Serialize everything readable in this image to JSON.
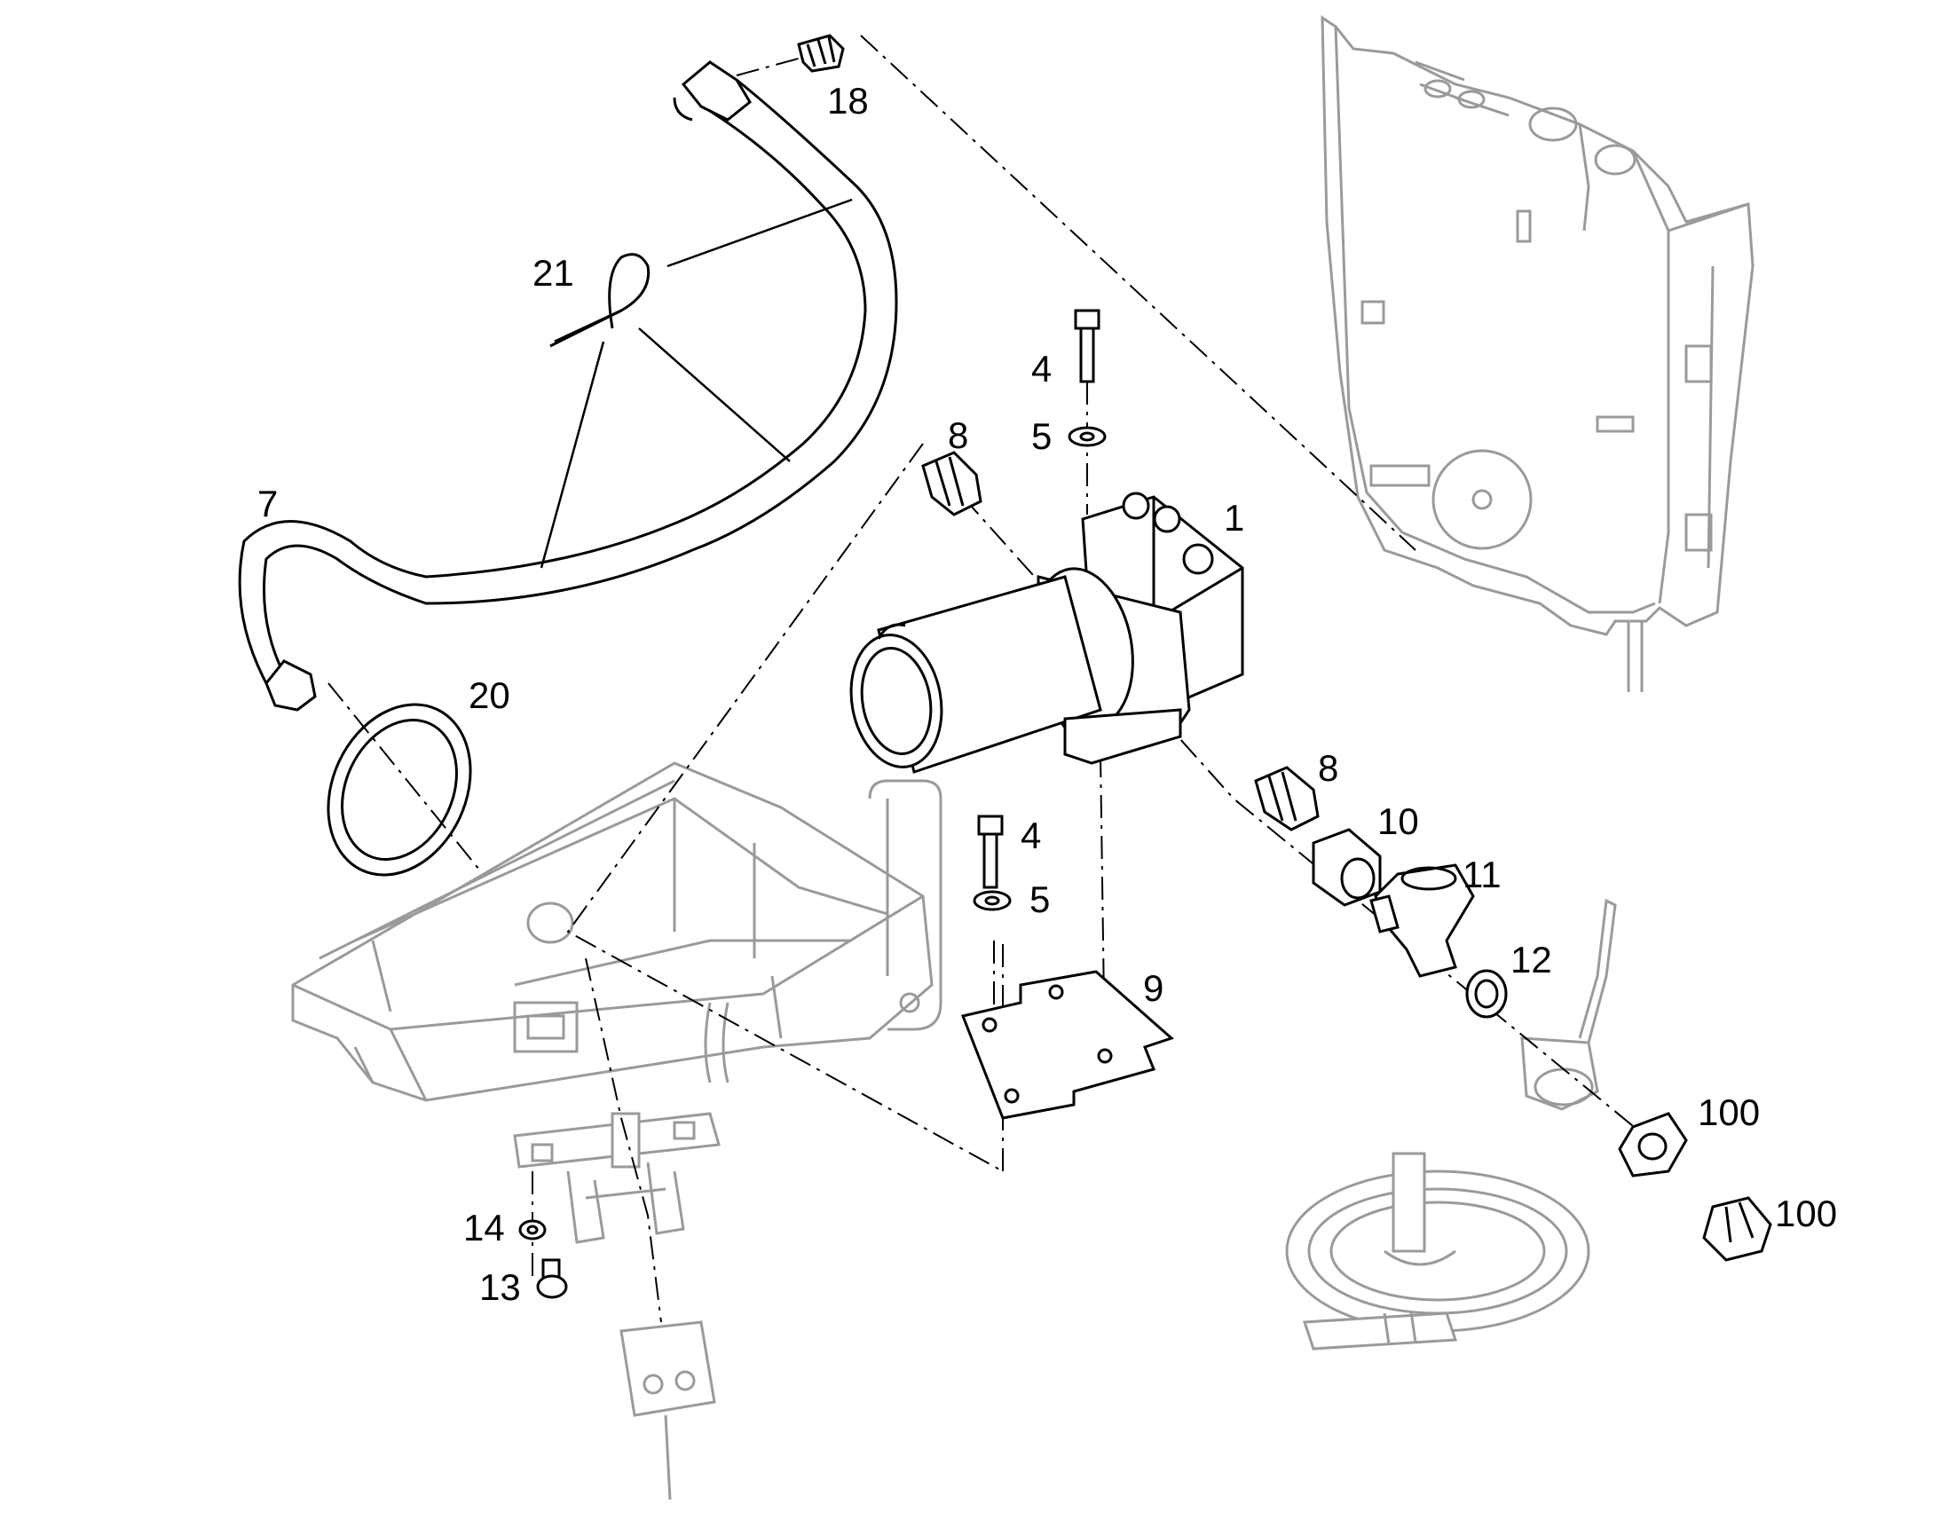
{
  "callouts": [
    {
      "id": "c1",
      "text": "1"
    },
    {
      "id": "c4a",
      "text": "4"
    },
    {
      "id": "c5a",
      "text": "5"
    },
    {
      "id": "c8a",
      "text": "8"
    },
    {
      "id": "c7",
      "text": "7"
    },
    {
      "id": "c21",
      "text": "21"
    },
    {
      "id": "c18",
      "text": "18"
    },
    {
      "id": "c20",
      "text": "20"
    },
    {
      "id": "c8b",
      "text": "8"
    },
    {
      "id": "c10",
      "text": "10"
    },
    {
      "id": "c11",
      "text": "11"
    },
    {
      "id": "c12",
      "text": "12"
    },
    {
      "id": "c4b",
      "text": "4"
    },
    {
      "id": "c5b",
      "text": "5"
    },
    {
      "id": "c9",
      "text": "9"
    },
    {
      "id": "c100a",
      "text": "100"
    },
    {
      "id": "c100b",
      "text": "100"
    },
    {
      "id": "c14",
      "text": "14"
    },
    {
      "id": "c13",
      "text": "13"
    }
  ],
  "colors": {
    "line": "#000000",
    "context": "#9a9a9a",
    "background": "#ffffff"
  }
}
